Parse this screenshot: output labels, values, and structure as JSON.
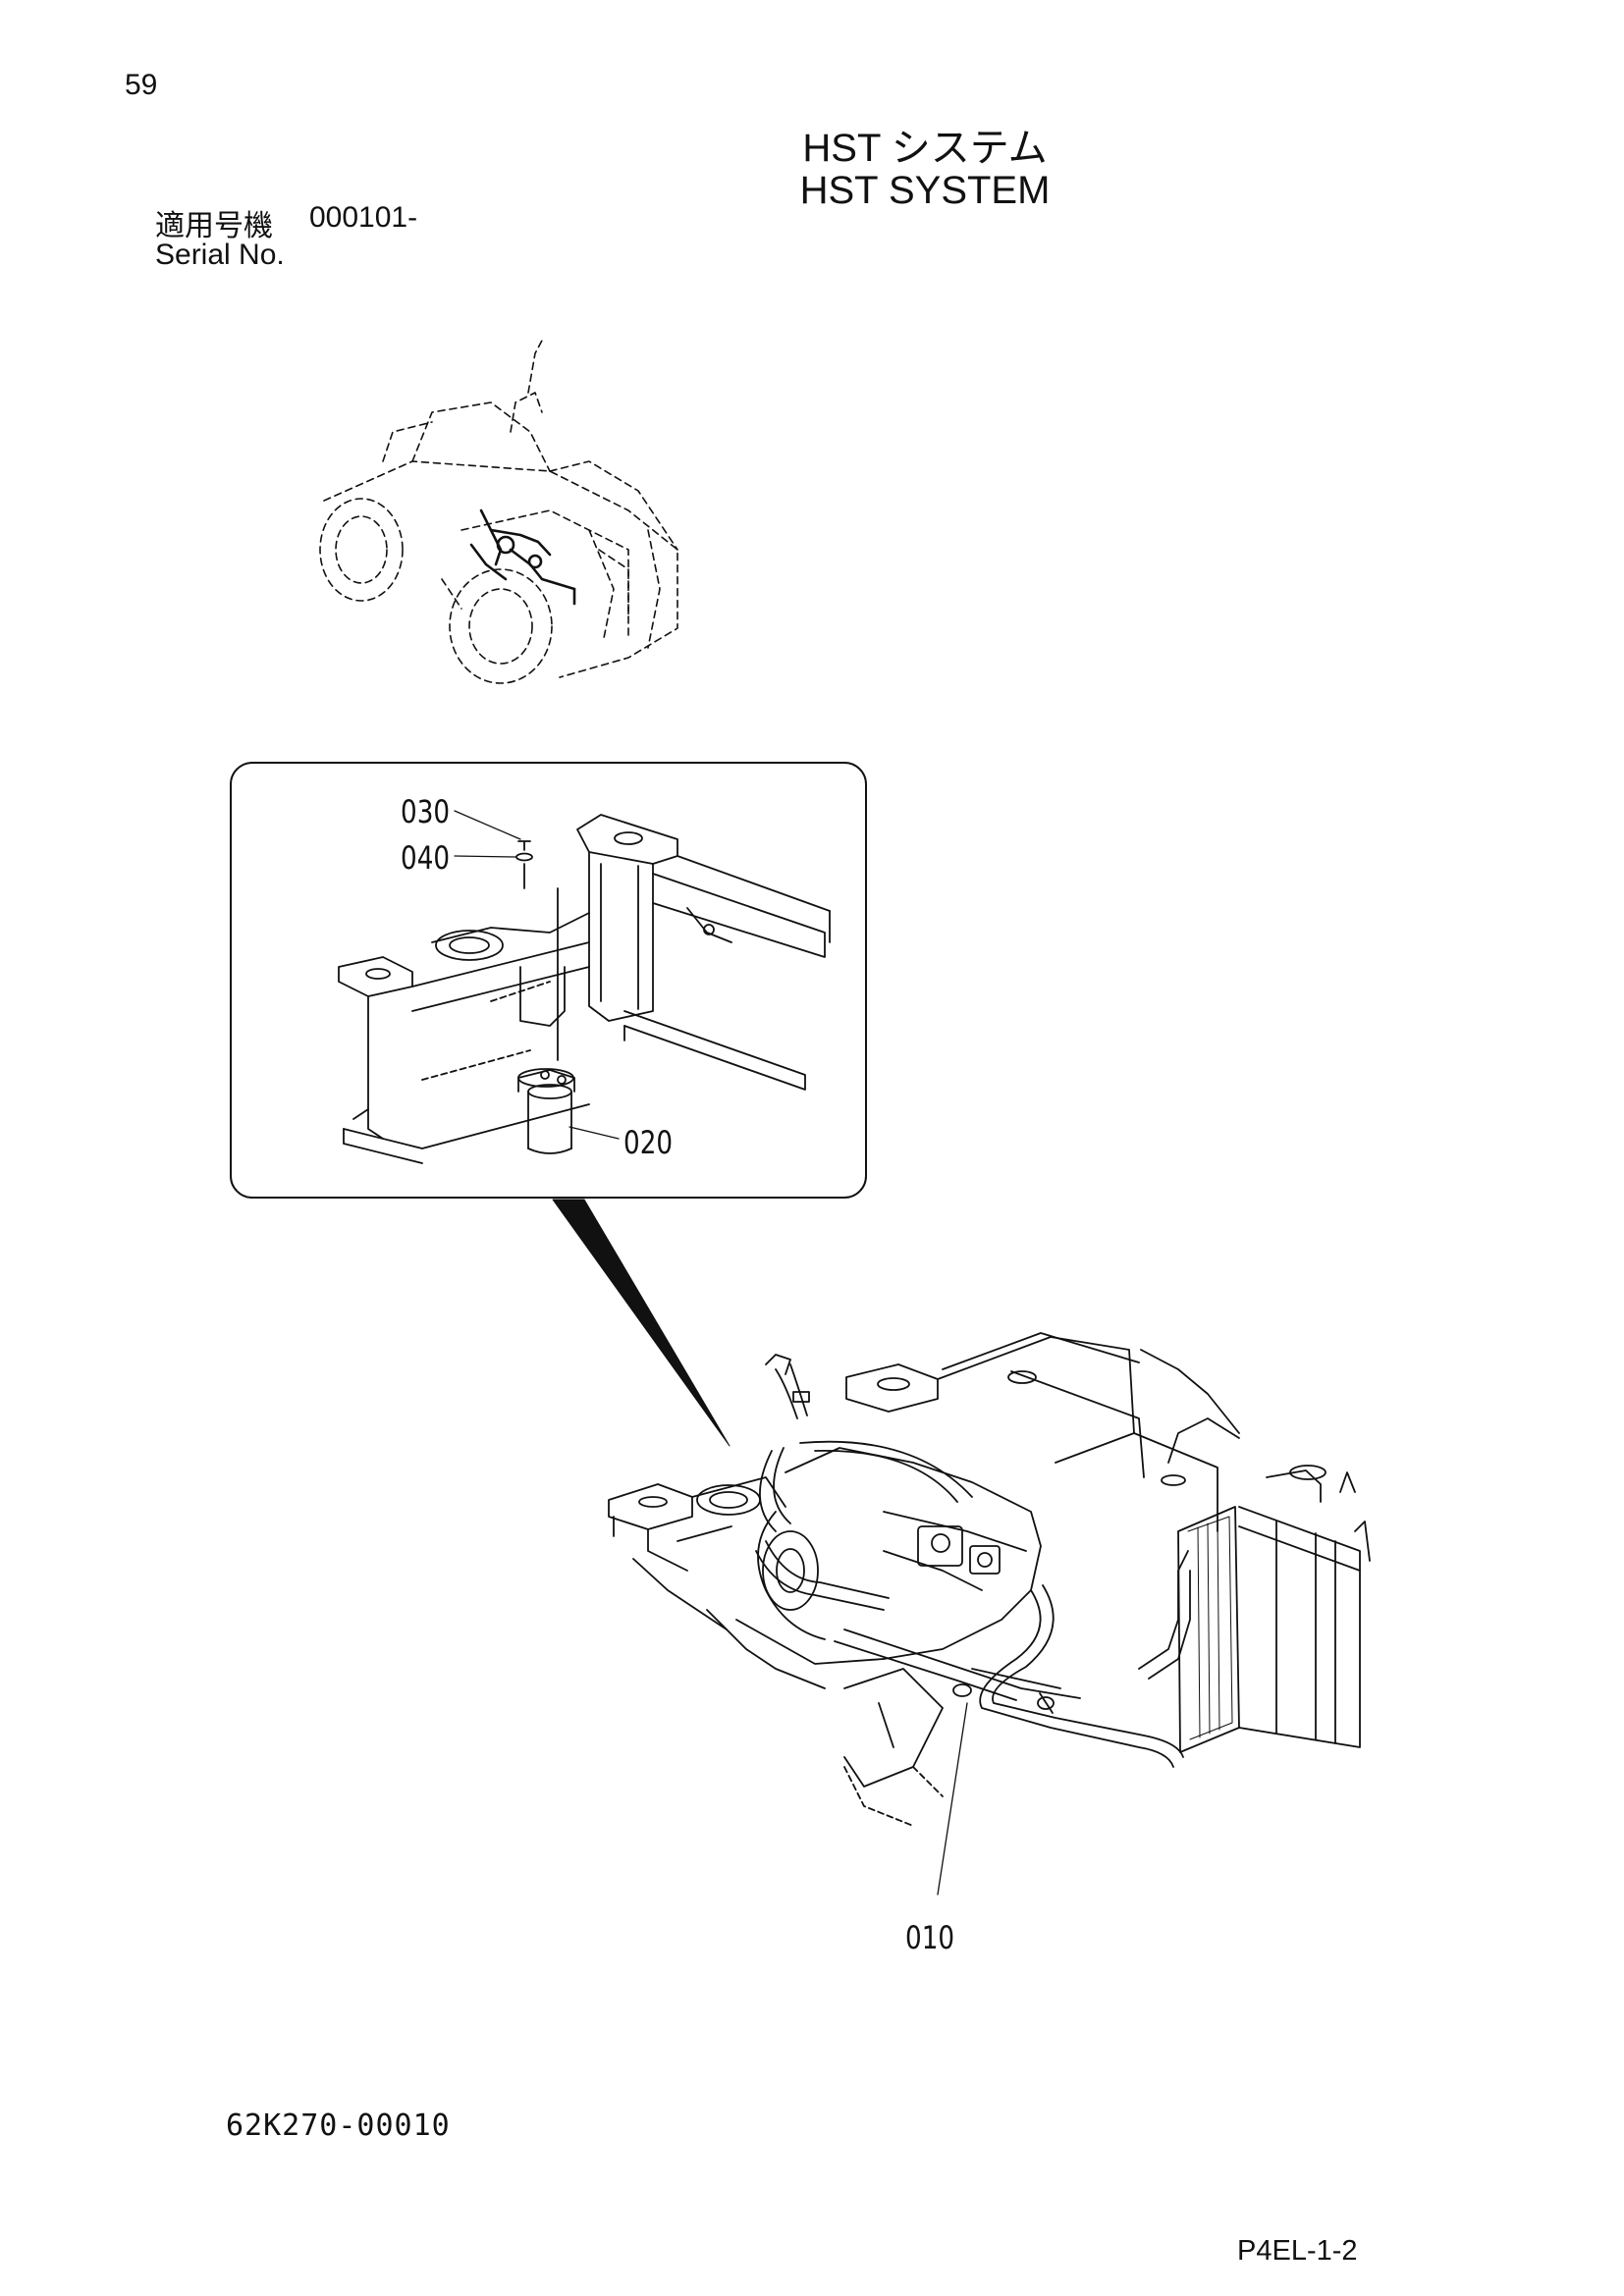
{
  "page": {
    "number": "59",
    "title_jp": "HST システム",
    "title_en": "HST SYSTEM",
    "serial_label_jp": "適用号機",
    "serial_value": "000101-",
    "serial_label_en": "Serial No.",
    "part_code": "62K270-00010",
    "page_code": "P4EL-1-2"
  },
  "callouts": {
    "c010": "010",
    "c020": "020",
    "c030": "030",
    "c040": "040"
  },
  "colors": {
    "ink": "#111111",
    "paper": "#ffffff"
  }
}
